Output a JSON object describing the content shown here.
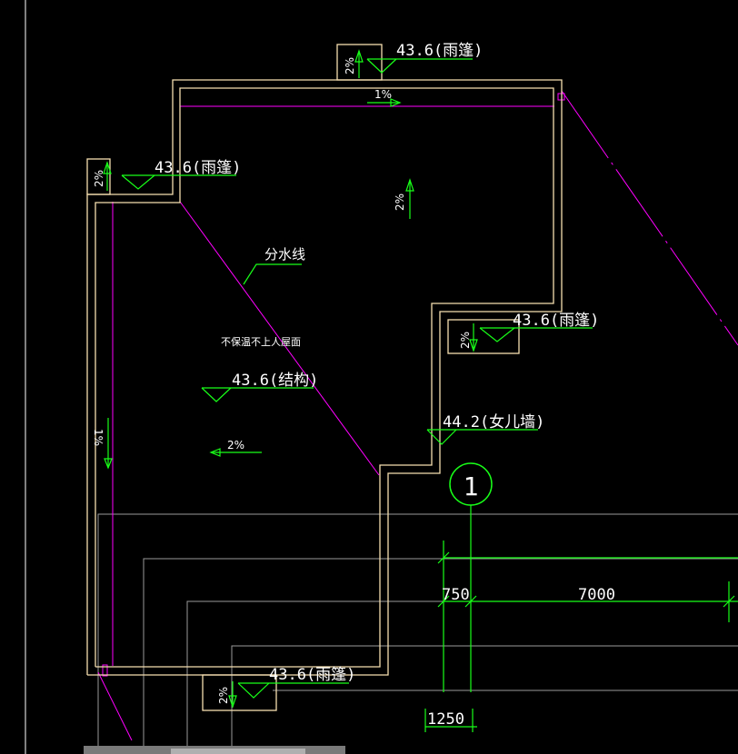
{
  "drawing": {
    "labels": {
      "canopy_top": "43.6(雨篷)",
      "canopy_left": "43.6(雨篷)",
      "canopy_right": "43.6(雨篷)",
      "canopy_bottom": "43.6(雨篷)",
      "structure": "43.6(结构)",
      "parapet": "44.2(女儿墙)",
      "divide_line": "分水线",
      "roof_note": "不保温不上人屋面"
    },
    "slopes": {
      "top_corridor": "1%",
      "left_corridor": "1%",
      "main_vertical": "2%",
      "main_horizontal": "2%",
      "canopy_top": "2%",
      "canopy_left": "2%",
      "canopy_right": "2%",
      "canopy_bottom": "2%"
    },
    "axis": {
      "label": "1"
    },
    "dimensions": {
      "d750": "750",
      "d7000": "7000",
      "d1250": "1250"
    },
    "colors": {
      "background": "#000000",
      "wall": "#f6dfb0",
      "magenta": "#ff00ff",
      "green": "#00ff00",
      "bright_green": "#18ff18",
      "grey": "#9a9a9a",
      "white": "#ffffff"
    }
  }
}
